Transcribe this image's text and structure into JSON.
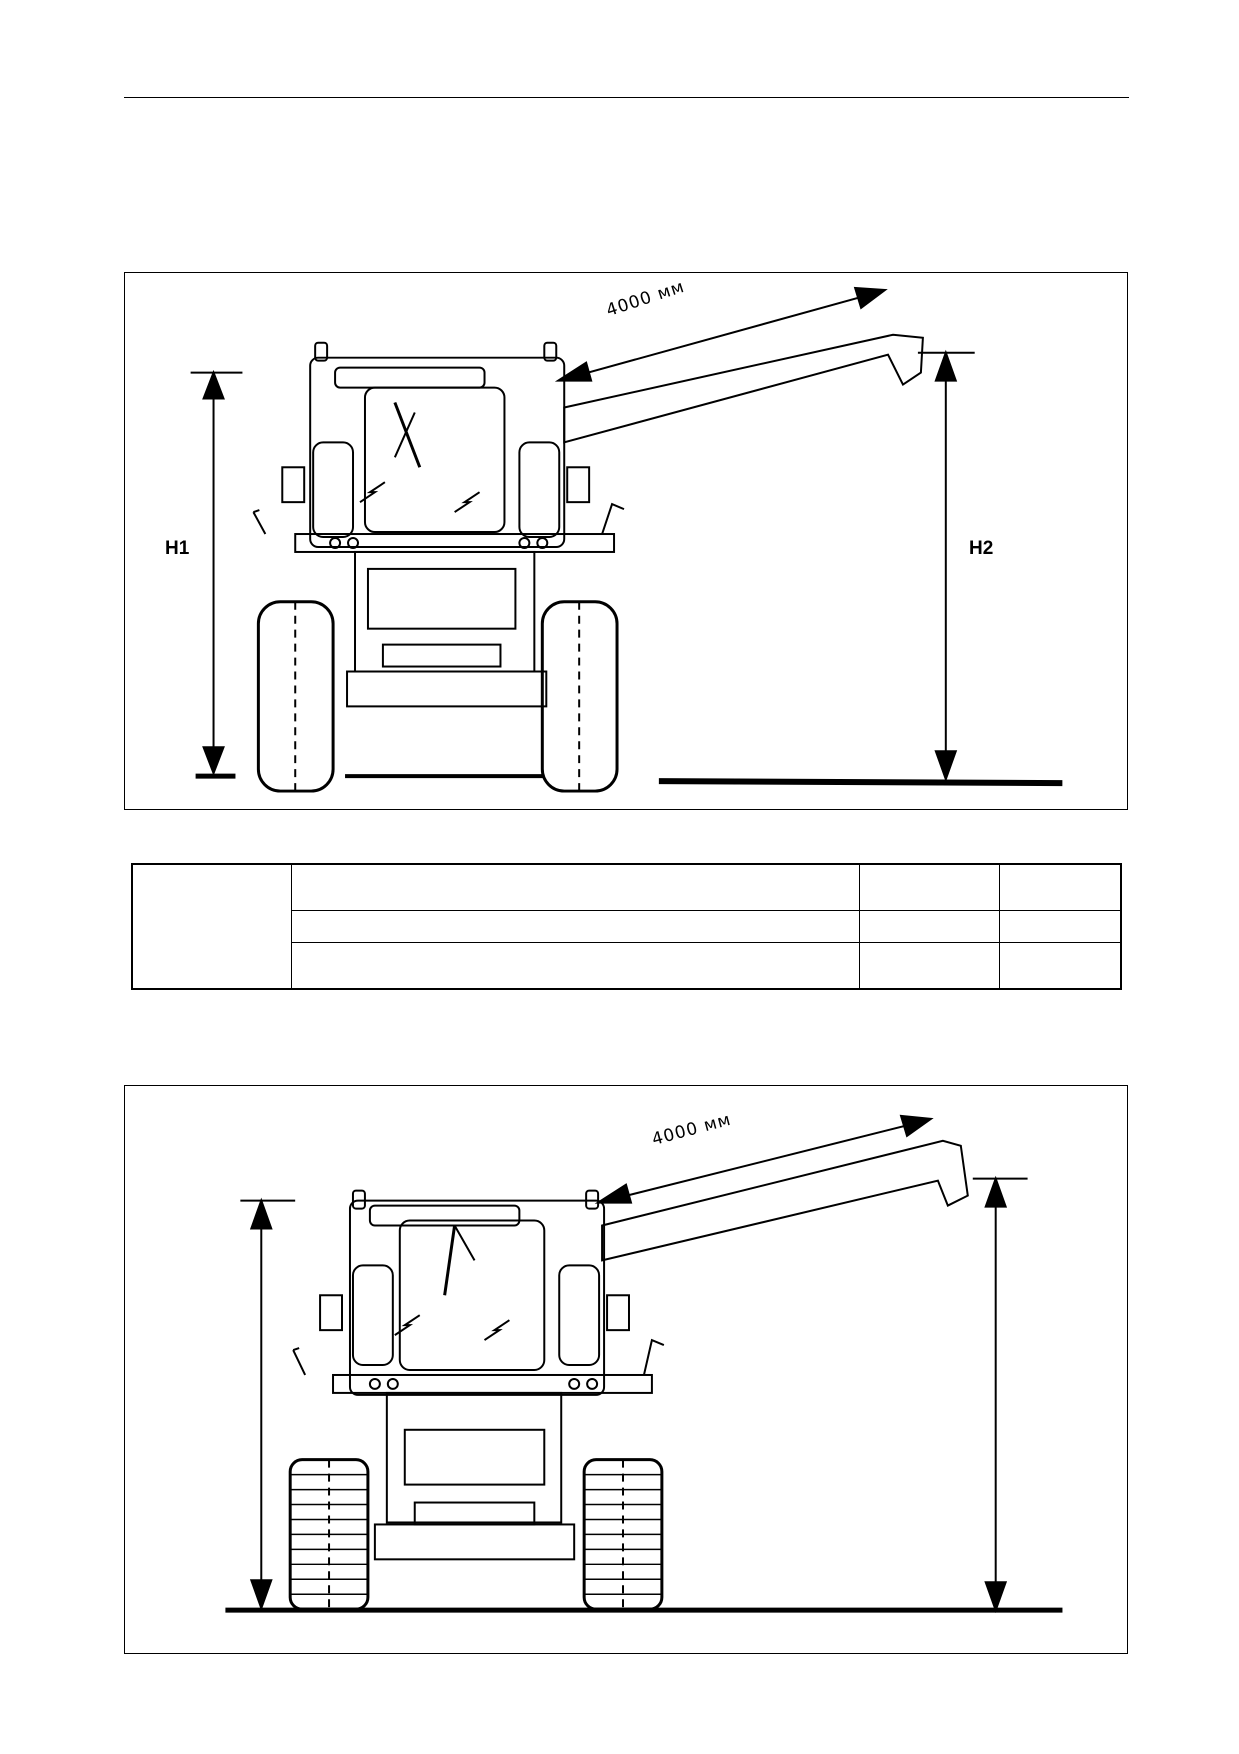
{
  "figure1": {
    "boom_length_label": "4000 мм",
    "left_height_label": "H1",
    "right_height_label": "H2"
  },
  "figure2": {
    "boom_length_label": "4000 мм"
  },
  "table": {
    "rows": [
      [
        "",
        "",
        "",
        ""
      ],
      [
        "",
        "",
        ""
      ],
      [
        "",
        "",
        ""
      ]
    ]
  }
}
